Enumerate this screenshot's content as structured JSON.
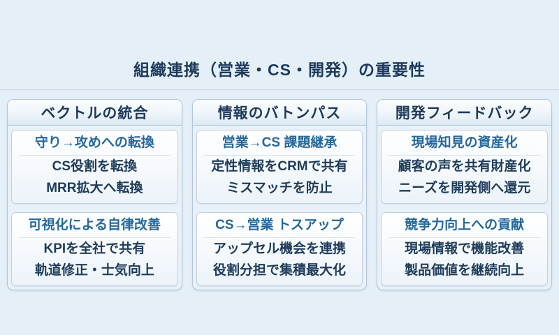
{
  "title": "組織連携（営業・CS・開発）の重要性",
  "colors": {
    "background": "#e4eff8",
    "title_navy": "#1d3a5a",
    "headline_blue": "#24689c",
    "body_navy": "#1e3c5a",
    "panel_border": "#b3c6d7",
    "divider": "#c6d3de"
  },
  "columns": [
    {
      "header": "ベクトルの統合",
      "cards": [
        {
          "headline": "守り→攻めへの転換",
          "lines": [
            "CS役割を転換",
            "MRR拡大へ転換"
          ]
        },
        {
          "headline": "可視化による自律改善",
          "lines": [
            "KPIを全社で共有",
            "軌道修正・士気向上"
          ]
        }
      ]
    },
    {
      "header": "情報のバトンパス",
      "cards": [
        {
          "headline": "営業→CS 課題継承",
          "lines": [
            "定性情報をCRMで共有",
            "ミスマッチを防止"
          ]
        },
        {
          "headline": "CS→営業 トスアップ",
          "lines": [
            "アップセル機会を連携",
            "役割分担で集積最大化"
          ]
        }
      ]
    },
    {
      "header": "開発フィードバック",
      "cards": [
        {
          "headline": "現場知見の資産化",
          "lines": [
            "顧客の声を共有財産化",
            "ニーズを開発側へ還元"
          ]
        },
        {
          "headline": "競争力向上への貢献",
          "lines": [
            "現場情報で機能改善",
            "製品価値を継続向上"
          ]
        }
      ]
    }
  ]
}
